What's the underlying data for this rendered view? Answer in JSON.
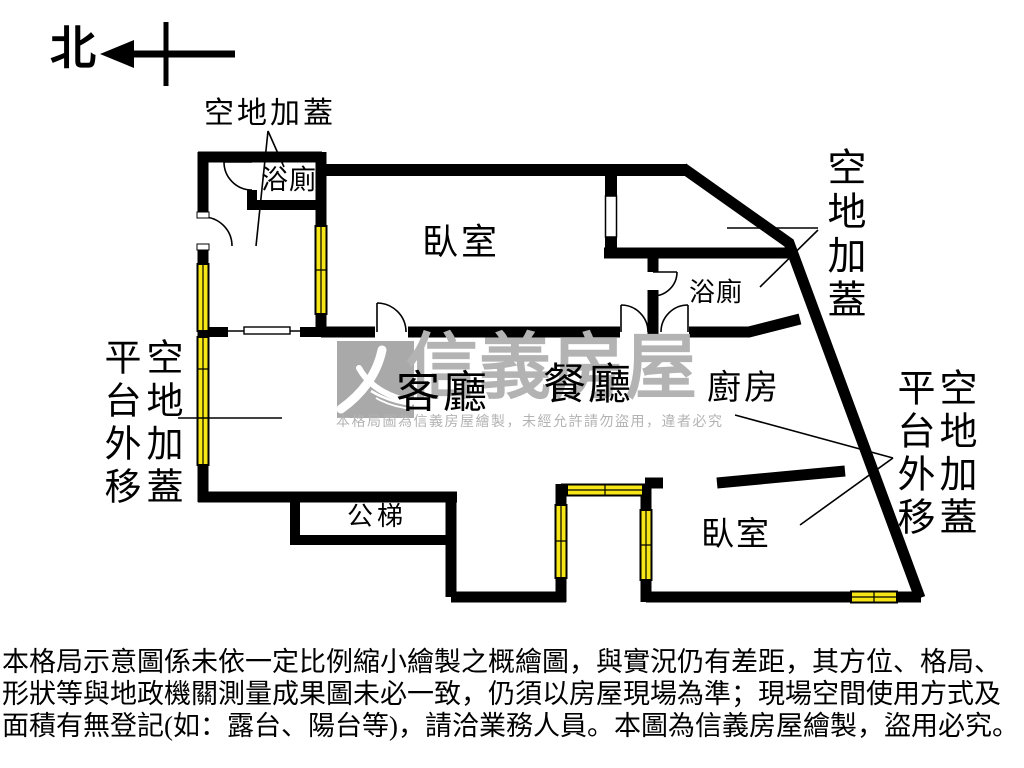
{
  "colors": {
    "wall": "#000000",
    "window_fill": "#f6e617",
    "watermark_gray": "#b3b3b3",
    "logo_gray": "#a9a9a9"
  },
  "compass": {
    "north_label": "北"
  },
  "labels": {
    "addon_top": "空地加蓋",
    "bathroom_top": "浴廁",
    "bedroom_main": "臥室",
    "addon_ne": "空地加蓋",
    "bathroom_mid": "浴廁",
    "platform_west": "平台外移",
    "addon_west": "空地加蓋",
    "living": "客廳",
    "dining": "餐廳",
    "kitchen": "廚房",
    "stairs": "公梯",
    "bedroom_se": "臥室",
    "platform_east": "平台外移",
    "addon_east": "空地加蓋"
  },
  "watermark": {
    "brand": "信義房屋",
    "notice": "本格局圖為信義房屋繪製，未經允許請勿盜用，違者必究"
  },
  "disclaimer": {
    "line1": "本格局示意圖係未依一定比例縮小繪製之概繪圖，與實況仍有差距，其方位、格局、",
    "line2": "形狀等與地政機關測量成果圖未必一致，仍須以房屋現場為準；現場空間使用方式及",
    "line3": "面積有無登記(如：露台、陽台等)，請洽業務人員。本圖為信義房屋繪製，盜用必究。"
  }
}
